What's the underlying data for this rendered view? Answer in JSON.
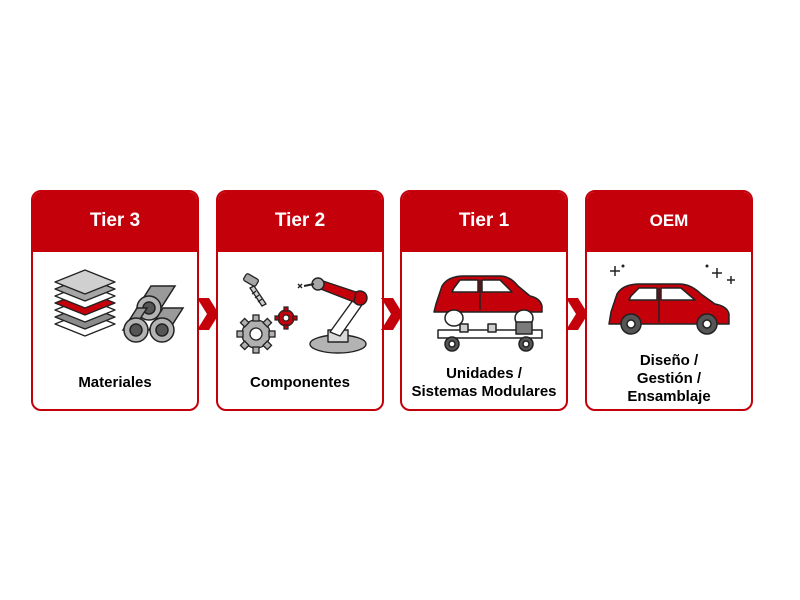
{
  "colors": {
    "accent": "#c4000b",
    "gray": "#a6a6a6",
    "dark": "#404040"
  },
  "stages": [
    {
      "title": "Tier 3",
      "label_lines": [
        "Materiales"
      ],
      "icon": "materials-icon"
    },
    {
      "title": "Tier 2",
      "label_lines": [
        "Componentes"
      ],
      "icon": "components-icon"
    },
    {
      "title": "Tier 1",
      "label_lines": [
        "Unidades /",
        "Sistemas Modulares"
      ],
      "icon": "car-chassis-icon"
    },
    {
      "title": "OEM",
      "label_lines": [
        "Diseño /",
        "Gestión /",
        "Ensamblaje"
      ],
      "icon": "finished-car-icon"
    }
  ]
}
